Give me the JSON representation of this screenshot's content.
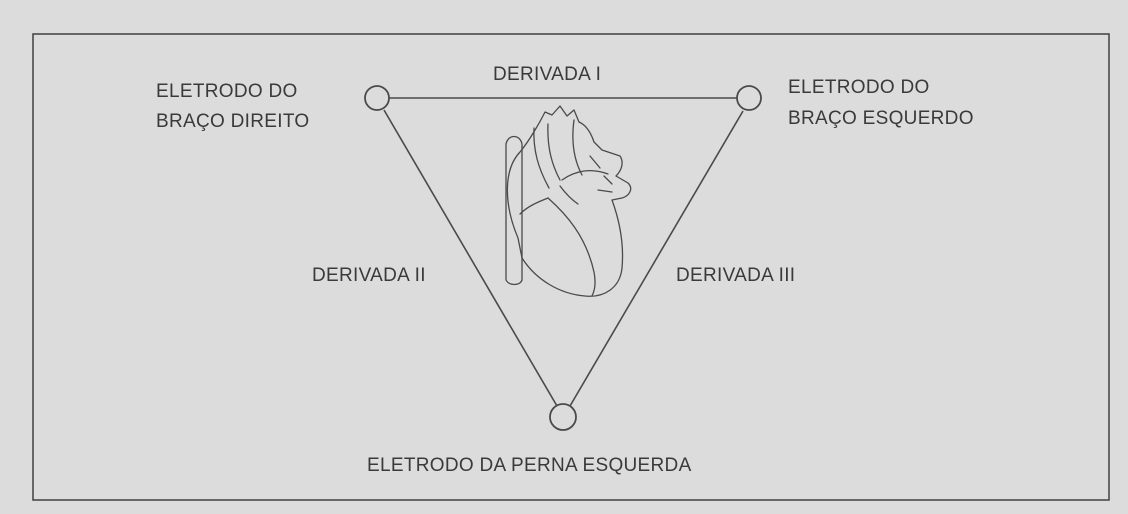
{
  "diagram": {
    "colors": {
      "background": "#dcdcdc",
      "stroke": "#4a4a4a",
      "text": "#3a3a3a"
    },
    "leads": {
      "lead_1": "DERIVADA I",
      "lead_2": "DERIVADA II",
      "lead_3": "DERIVADA III"
    },
    "electrodes": {
      "right_arm": {
        "line1": "ELETRODO DO",
        "line2": "BRAÇO DIREITO"
      },
      "left_arm": {
        "line1": "ELETRODO DO",
        "line2": "BRAÇO ESQUERDO"
      },
      "left_leg": {
        "line1": "ELETRODO DA PERNA ESQUERDA"
      }
    },
    "icons": {
      "center": "heart-icon",
      "electrode": "circle-icon"
    }
  }
}
